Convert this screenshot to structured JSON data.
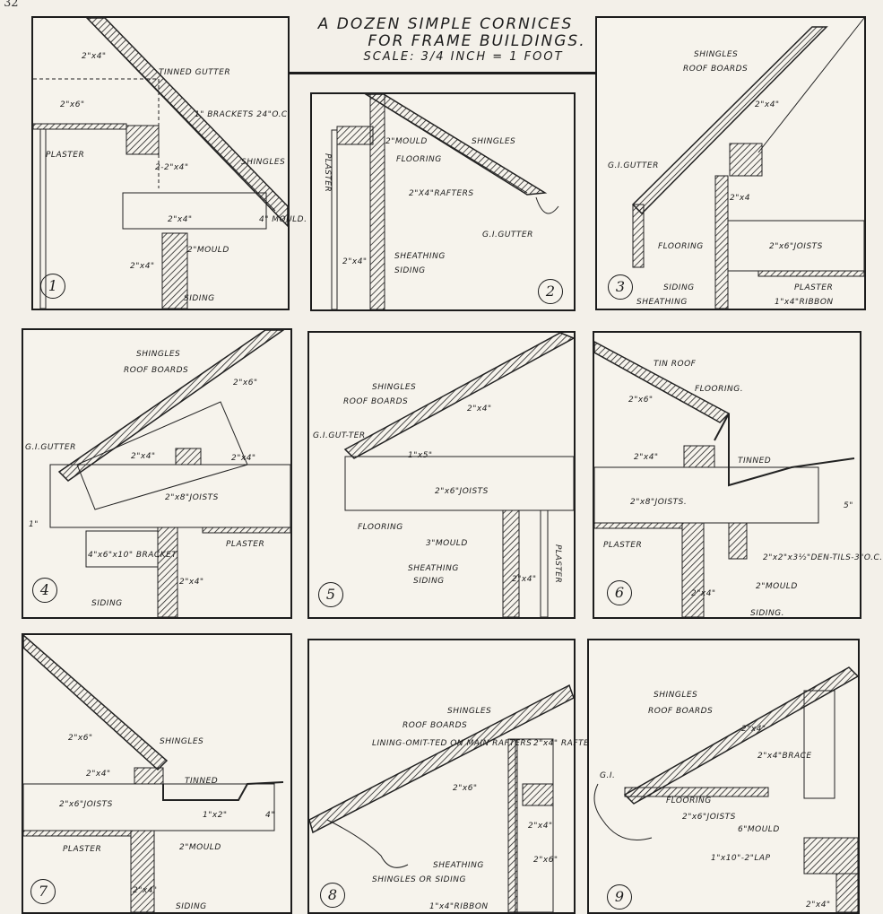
{
  "page_number": "32",
  "title": {
    "line1": "A DOZEN SIMPLE CORNICES",
    "line2": "FOR FRAME BUILDINGS.",
    "line3": "SCALE: 3/4 INCH = 1 FOOT"
  },
  "panels": [
    {
      "number": "1",
      "labels": [
        "2\"x4\"",
        "TINNED GUTTER",
        "2\"x6\"",
        "1\" BRACKETS 24\"O.C.",
        "PLASTER",
        "2-2\"x4\"",
        "SHINGLES",
        "2\"x4\"",
        "4\" MOULD.",
        "2\"MOULD",
        "2\"x4\"",
        "SIDING"
      ]
    },
    {
      "number": "2",
      "labels": [
        "2\"MOULD",
        "SHINGLES",
        "PLASTER",
        "FLOORING",
        "2\"X4\"RAFTERS",
        "G.I.GUTTER",
        "2\"x4\"",
        "SHEATHING",
        "SIDING"
      ]
    },
    {
      "number": "3",
      "labels": [
        "SHINGLES",
        "ROOF BOARDS",
        "2\"x4\"",
        "G.I.GUTTER",
        "2\"x4",
        "FLOORING",
        "2\"x6\"JOISTS",
        "SIDING",
        "PLASTER",
        "SHEATHING",
        "1\"x4\"RIBBON"
      ]
    },
    {
      "number": "4",
      "labels": [
        "SHINGLES",
        "ROOF BOARDS",
        "2\"x6\"",
        "G.I.GUTTER",
        "2\"x4\"",
        "2\"x4\"",
        "2\"x8\"JOISTS",
        "1\"",
        "4\"x6\"x10\" BRACKET",
        "PLASTER",
        "2\"x4\"",
        "SIDING"
      ]
    },
    {
      "number": "5",
      "labels": [
        "SHINGLES",
        "ROOF BOARDS",
        "2\"x4\"",
        "G.I.GUT-TER",
        "1\"x5\"",
        "2\"x6\"JOISTS",
        "FLOORING",
        "3\"MOULD",
        "PLASTER",
        "SHEATHING",
        "SIDING",
        "2\"x4\""
      ]
    },
    {
      "number": "6",
      "labels": [
        "TIN ROOF",
        "FLOORING.",
        "2\"x6\"",
        "2\"x4\"",
        "TINNED",
        "2\"x8\"JOISTS.",
        "5\"",
        "PLASTER",
        "2\"x2\"x3½\"DEN-TILS-3\"O.C.",
        "2\"MOULD",
        "2\"x4\"",
        "SIDING."
      ]
    },
    {
      "number": "7",
      "labels": [
        "2\"x6\"",
        "SHINGLES",
        "2\"x4\"",
        "TINNED",
        "2\"x6\"JOISTS",
        "1\"x2\"",
        "4\"",
        "PLASTER",
        "2\"MOULD",
        "2\"x4\"",
        "SIDING"
      ]
    },
    {
      "number": "8",
      "labels": [
        "SHINGLES",
        "ROOF BOARDS",
        "LINING-OMIT-TED ON MAIN RAFTERS",
        "2\"x4\" RAFTER",
        "2\"x6\"",
        "2\"x4\"",
        "2\"x6\"",
        "SHEATHING",
        "SHINGLES OR SIDING",
        "1\"x4\"RIBBON"
      ]
    },
    {
      "number": "9",
      "labels": [
        "SHINGLES",
        "ROOF BOARDS",
        "2\"x4\"",
        "2\"x4\"BRACE",
        "G.I.",
        "FLOORING",
        "2\"x6\"JOISTS",
        "6\"MOULD",
        "1\"x10\"-2\"LAP",
        "2\"x4\""
      ]
    }
  ]
}
